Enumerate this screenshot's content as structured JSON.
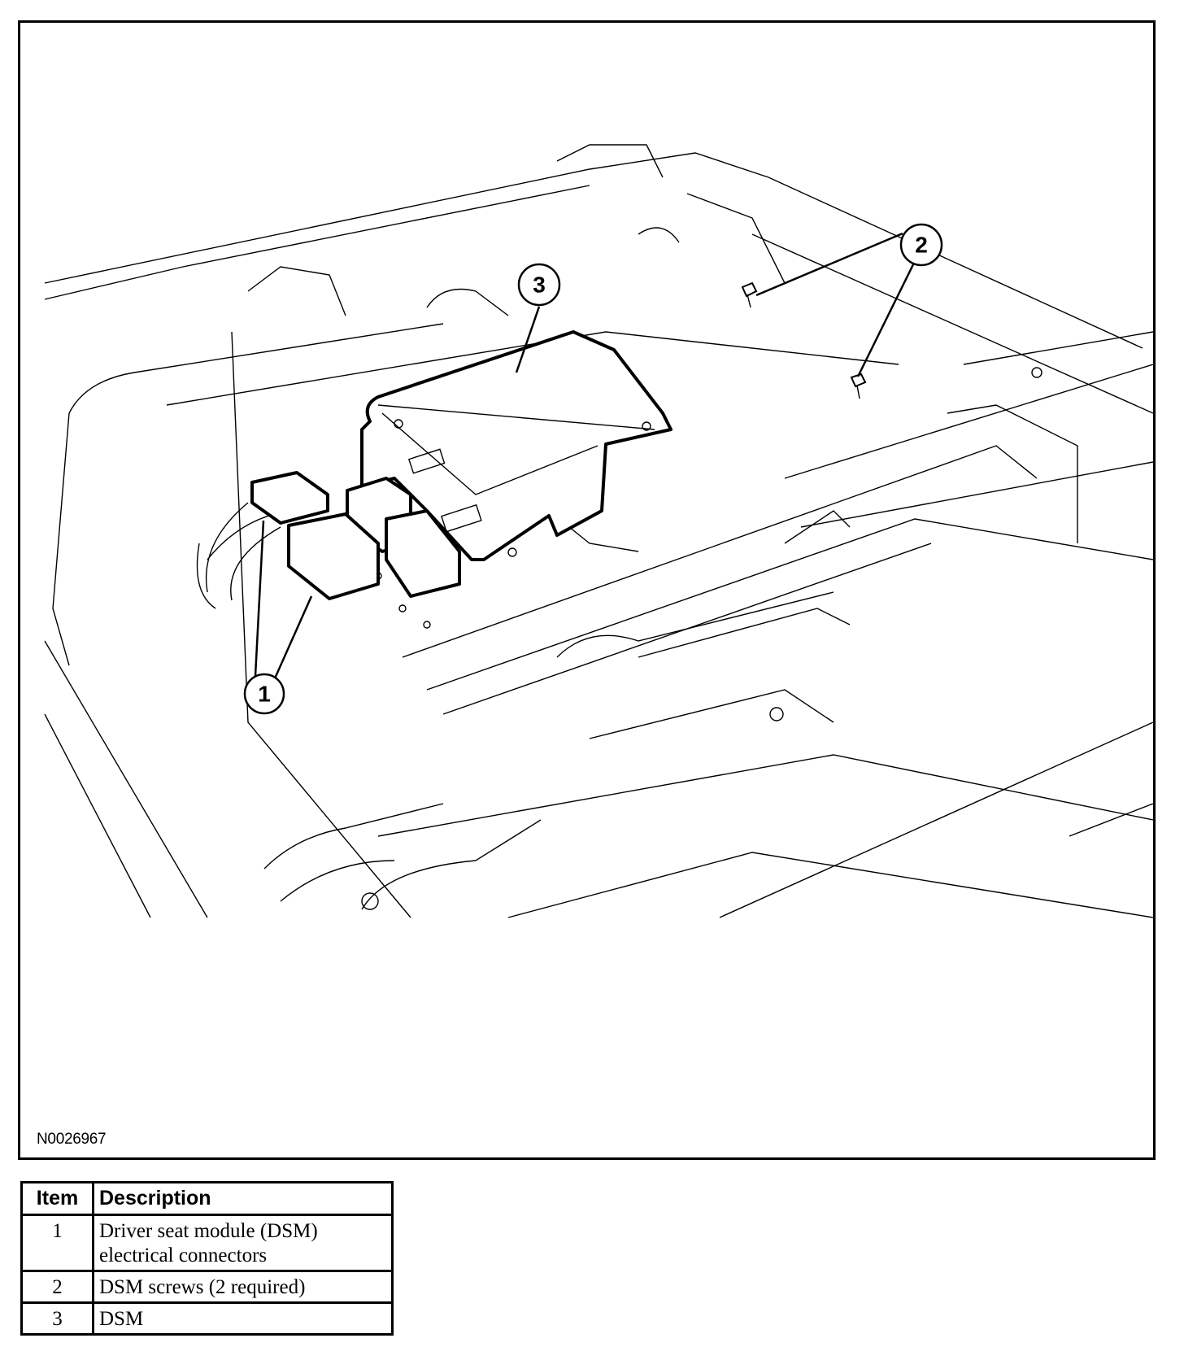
{
  "figure": {
    "id_label": "N0026967",
    "subject": "Driver seat underside with driver seat module (DSM)",
    "callouts": [
      {
        "number": "1",
        "target": "DSM electrical connectors"
      },
      {
        "number": "2",
        "target": "DSM screws"
      },
      {
        "number": "3",
        "target": "DSM"
      }
    ]
  },
  "legend": {
    "headers": {
      "item": "Item",
      "description": "Description"
    },
    "rows": [
      {
        "item": "1",
        "description_line1": "Driver seat module (DSM)",
        "description_line2": "electrical connectors"
      },
      {
        "item": "2",
        "description_line1": "DSM screws (2 required)",
        "description_line2": ""
      },
      {
        "item": "3",
        "description_line1": "DSM",
        "description_line2": ""
      }
    ]
  }
}
